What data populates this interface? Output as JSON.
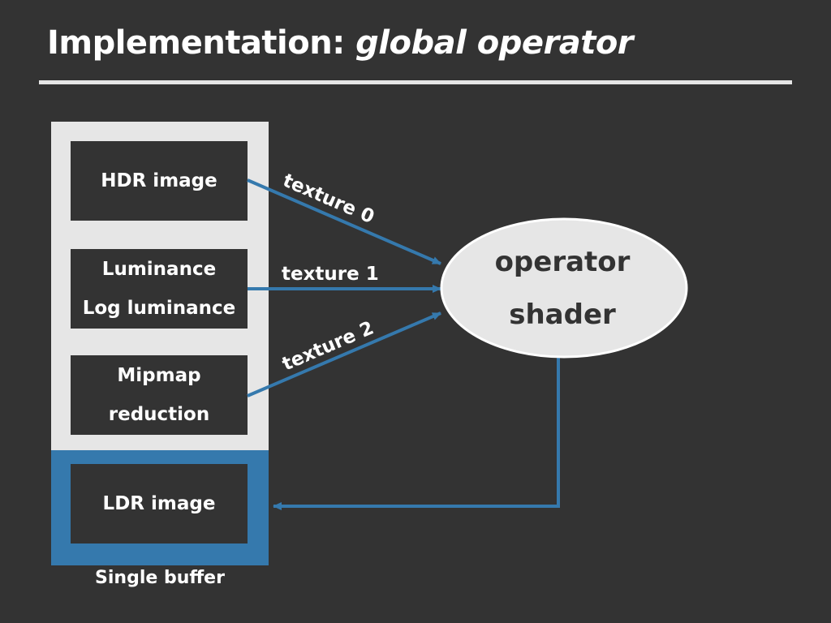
{
  "title": {
    "prefix": "Implementation: ",
    "emphasis": "global operator"
  },
  "buffer": {
    "label": "Single buffer",
    "boxes": {
      "hdr": [
        "HDR image"
      ],
      "luminance": [
        "Luminance",
        "Log luminance"
      ],
      "mipmap": [
        "Mipmap",
        "reduction"
      ],
      "ldr": [
        "LDR image"
      ]
    }
  },
  "shader": {
    "line1": "operator",
    "line2": "shader"
  },
  "edges": {
    "texture0": "texture 0",
    "texture1": "texture 1",
    "texture2": "texture 2"
  },
  "colors": {
    "background": "#333333",
    "buffer": "#e6e6e6",
    "accent": "#3579ad",
    "shader_fill": "#e6e6e6"
  }
}
